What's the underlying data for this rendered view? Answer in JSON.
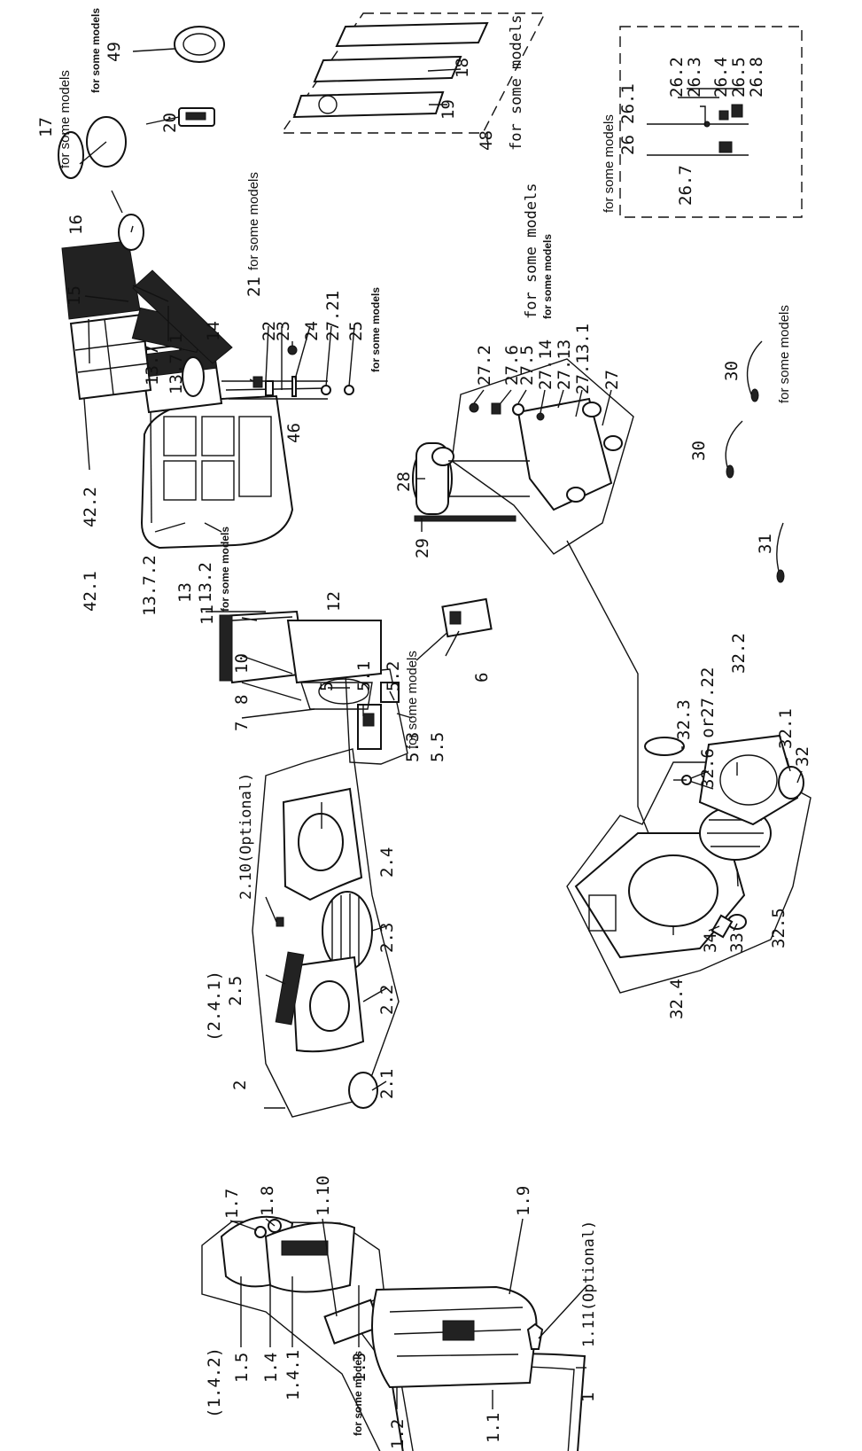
{
  "labels": {
    "p1_1": "1.1",
    "p1_2": "1.2",
    "p1_3": "1.3",
    "p1_4": "1.4",
    "p1_4_1": "1.4.1",
    "p1_4_2": "(1.4.2)",
    "p1_5": "1.5",
    "p1_7": "1.7",
    "p1_8": "1.8",
    "p1_9": "1.9",
    "p1_10": "1.10",
    "p1_11": "1.11(Optional)",
    "p1": "1",
    "p2": "2",
    "p2_1": "2.1",
    "p2_2": "2.2",
    "p2_3": "2.3",
    "p2_4": "2.4",
    "p2_4_1": "(2.4.1)",
    "p2_5": "2.5",
    "p2_10": "2.10(Optional)",
    "p5": "5",
    "p5_1": "5.1",
    "p5_2": "5.2",
    "p5_3": "5.3",
    "p5_5": "5.5",
    "p6": "6",
    "p7": "7",
    "p8": "8",
    "p10": "10",
    "p11": "11",
    "p12": "12",
    "p13": "13",
    "p13_2": "13.2",
    "p13_7": "13.7",
    "p13_7_1": "13.7.1",
    "p13_7_2": "13.7.2",
    "p14": "14",
    "p15": "15",
    "p16": "16",
    "p17": "17",
    "p18": "18",
    "p19": "19",
    "p20": "20",
    "p21": "21",
    "p22": "22",
    "p23": "23",
    "p24": "24",
    "p25": "25",
    "p26": "26",
    "p26_1": "26.1",
    "p26_2": "26.2",
    "p26_3": "26.3",
    "p26_4": "26.4",
    "p26_5": "26.5",
    "p26_7": "26.7",
    "p26_8": "26.8",
    "p27": "27",
    "p27_2": "27.2",
    "p27_5": "27.5",
    "p27_6": "27.6",
    "p27_13": "27.13",
    "p27_13_1": "27.13.1",
    "p27_14": "27.14",
    "p27_21": "27.21",
    "p28": "28",
    "p29": "29",
    "p30a": "30",
    "p30b": "30",
    "p31": "31",
    "p32": "32",
    "p32_1": "32.1",
    "p32_2": "32.2",
    "p32_3": "32.3",
    "p32_4": "32.4",
    "p32_5": "32.5",
    "p32_6": "32.6 or27.22",
    "p33": "33",
    "p34": "34",
    "p42_1": "42.1",
    "p42_2": "42.2",
    "p46": "46",
    "p48": "48",
    "p49": "49"
  },
  "notes": {
    "some_models": "for some models",
    "some_models_big": "for some models"
  }
}
